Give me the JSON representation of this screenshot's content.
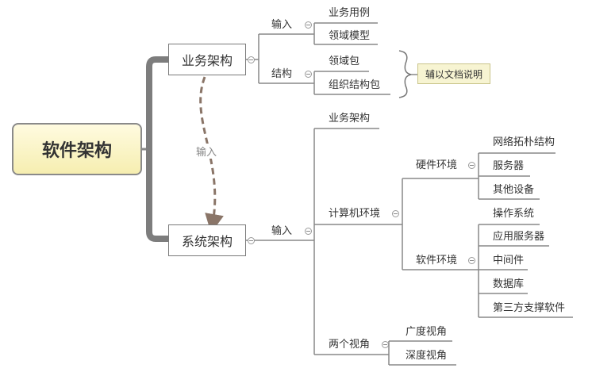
{
  "root": {
    "label": "软件架构"
  },
  "business": {
    "label": "业务架构",
    "input": {
      "label": "输入",
      "items": [
        "业务用例",
        "领域模型"
      ]
    },
    "structure": {
      "label": "结构",
      "items": [
        "领域包",
        "组织结构包"
      ]
    },
    "note": "辅以文档说明"
  },
  "relation": {
    "label": "输入"
  },
  "system": {
    "label": "系统架构",
    "input": {
      "label": "输入",
      "biz": "业务架构",
      "computer_env": {
        "label": "计算机环境",
        "hardware": {
          "label": "硬件环境",
          "items": [
            "网络拓朴结构",
            "服务器",
            "其他设备"
          ]
        },
        "software": {
          "label": "软件环境",
          "items": [
            "操作系统",
            "应用服务器",
            "中间件",
            "数据库",
            "第三方支撑软件"
          ]
        }
      },
      "views": {
        "label": "两个视角",
        "items": [
          "广度视角",
          "深度视角"
        ]
      }
    }
  }
}
